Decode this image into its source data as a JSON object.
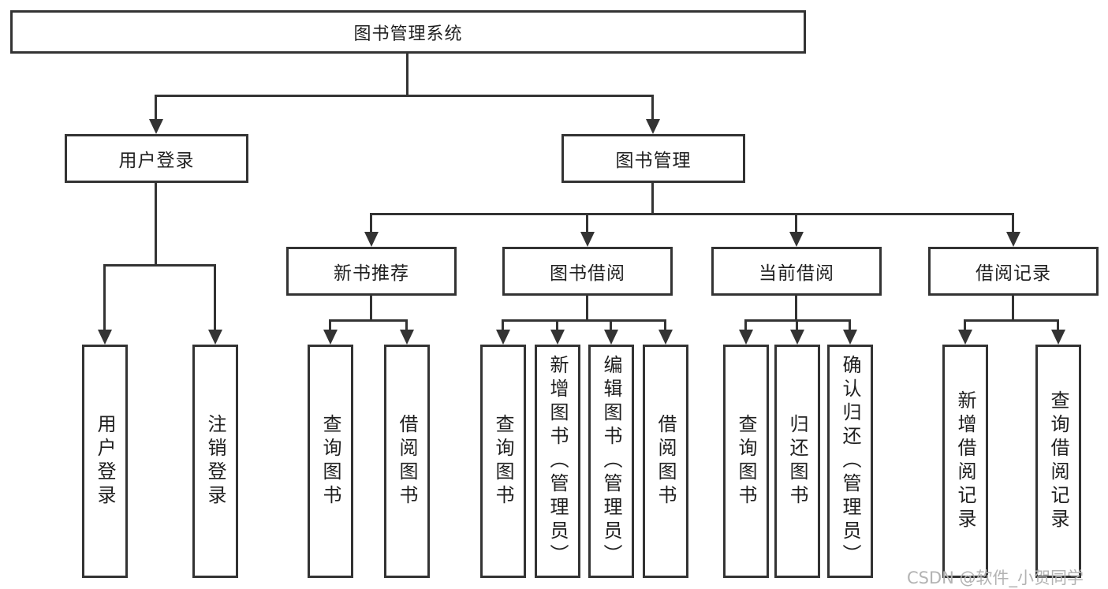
{
  "diagram": {
    "root": {
      "label": "图书管理系统"
    },
    "level2": [
      {
        "label": "用户登录"
      },
      {
        "label": "图书管理"
      }
    ],
    "level3": [
      {
        "parent": "图书管理",
        "label": "新书推荐"
      },
      {
        "parent": "图书管理",
        "label": "图书借阅"
      },
      {
        "parent": "图书管理",
        "label": "当前借阅"
      },
      {
        "parent": "图书管理",
        "label": "借阅记录"
      }
    ],
    "leaves": [
      {
        "parent": "用户登录",
        "label": "用户登录"
      },
      {
        "parent": "用户登录",
        "label": "注销登录"
      },
      {
        "parent": "新书推荐",
        "label": "查询图书"
      },
      {
        "parent": "新书推荐",
        "label": "借阅图书"
      },
      {
        "parent": "图书借阅",
        "label": "查询图书"
      },
      {
        "parent": "图书借阅",
        "label": "新增图书（管理员）"
      },
      {
        "parent": "图书借阅",
        "label": "编辑图书（管理员）"
      },
      {
        "parent": "图书借阅",
        "label": "借阅图书"
      },
      {
        "parent": "当前借阅",
        "label": "查询图书"
      },
      {
        "parent": "当前借阅",
        "label": "归还图书"
      },
      {
        "parent": "当前借阅",
        "label": "确认归还（管理员）"
      },
      {
        "parent": "借阅记录",
        "label": "新增借阅记录"
      },
      {
        "parent": "借阅记录",
        "label": "查询借阅记录"
      }
    ],
    "colors": {
      "line": "#333333",
      "box_border": "#333333",
      "box_fill": "#ffffff",
      "text": "#1f1f1f",
      "background": "#ffffff",
      "watermark": "#b3b3b3"
    }
  },
  "watermark": {
    "text": "CSDN @软件_小贺同学"
  }
}
